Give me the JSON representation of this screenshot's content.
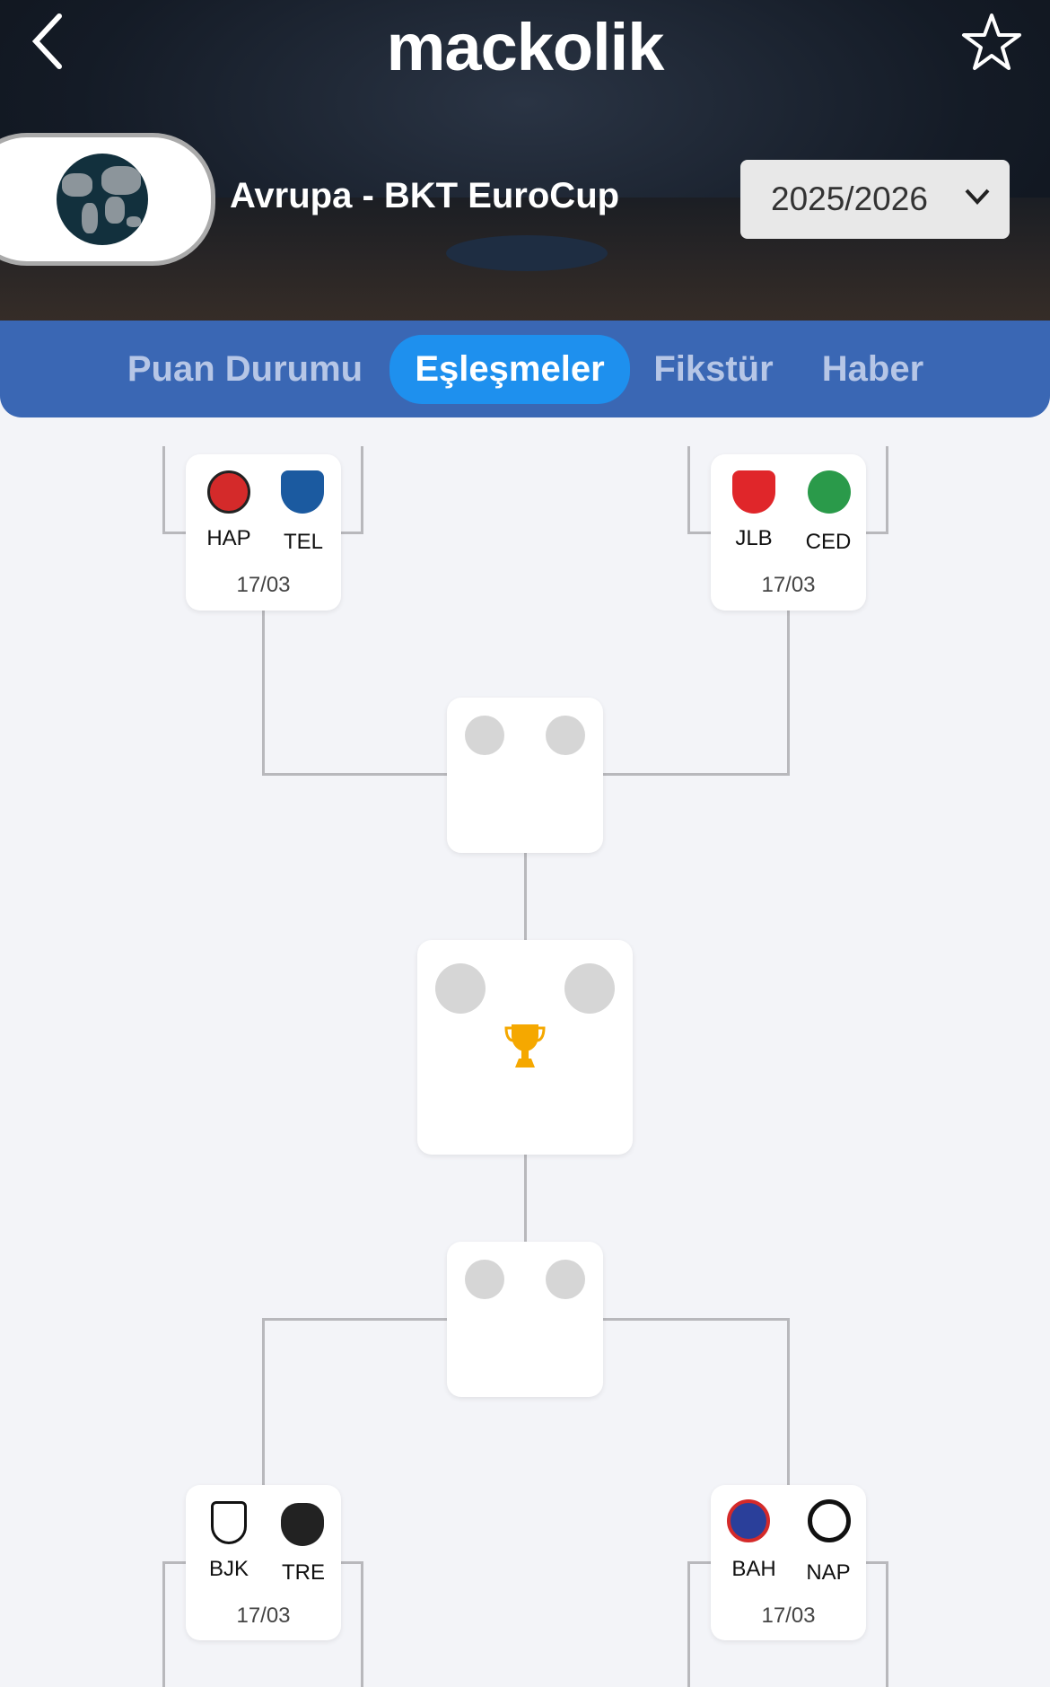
{
  "header": {
    "brand": "mackolik",
    "league_title": "Avrupa - BKT EuroCup",
    "season": "2025/2026"
  },
  "tabs": [
    {
      "label": "Puan Durumu"
    },
    {
      "label": "Eşleşmeler",
      "active": true
    },
    {
      "label": "Fikstür"
    },
    {
      "label": "Haber"
    }
  ],
  "bracket": {
    "top_left": {
      "home": "HAP",
      "away": "TEL",
      "date": "17/03"
    },
    "top_right": {
      "home": "JLB",
      "away": "CED",
      "date": "17/03"
    },
    "bottom_left": {
      "home": "BJK",
      "away": "TRE",
      "date": "17/03"
    },
    "bottom_right": {
      "home": "BAH",
      "away": "NAP",
      "date": "17/03"
    }
  },
  "colors": {
    "tab_bar": "#3a67b4",
    "active_tab": "#1e90ee",
    "trophy": "#f5a800"
  }
}
